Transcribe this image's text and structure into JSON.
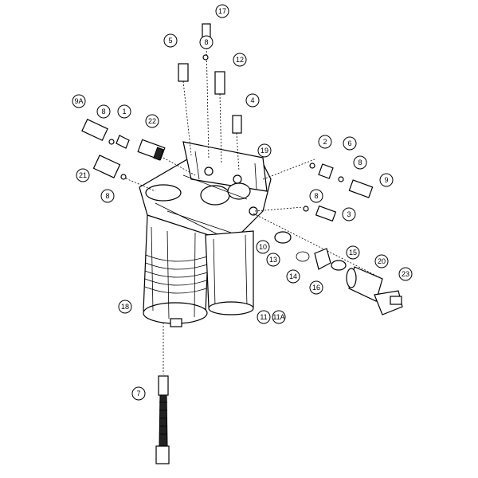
{
  "callouts": [
    {
      "id": "c17",
      "label": "17"
    },
    {
      "id": "c5",
      "label": "5"
    },
    {
      "id": "c8a",
      "label": "8"
    },
    {
      "id": "c12",
      "label": "12"
    },
    {
      "id": "c4",
      "label": "4"
    },
    {
      "id": "c9a",
      "label": "9A"
    },
    {
      "id": "c8b",
      "label": "8"
    },
    {
      "id": "c1",
      "label": "1"
    },
    {
      "id": "c22",
      "label": "22"
    },
    {
      "id": "c19",
      "label": "19"
    },
    {
      "id": "c2",
      "label": "2"
    },
    {
      "id": "c6",
      "label": "6"
    },
    {
      "id": "c8c",
      "label": "8"
    },
    {
      "id": "c9",
      "label": "9"
    },
    {
      "id": "c21",
      "label": "21"
    },
    {
      "id": "c8d",
      "label": "8"
    },
    {
      "id": "c8e",
      "label": "8"
    },
    {
      "id": "c3",
      "label": "3"
    },
    {
      "id": "c10",
      "label": "10"
    },
    {
      "id": "c13",
      "label": "13"
    },
    {
      "id": "c15",
      "label": "15"
    },
    {
      "id": "c14",
      "label": "14"
    },
    {
      "id": "c16",
      "label": "16"
    },
    {
      "id": "c20",
      "label": "20"
    },
    {
      "id": "c23",
      "label": "23"
    },
    {
      "id": "c18",
      "label": "18"
    },
    {
      "id": "c11",
      "label": "11"
    },
    {
      "id": "c11a",
      "label": "11A"
    },
    {
      "id": "c7",
      "label": "7"
    }
  ]
}
